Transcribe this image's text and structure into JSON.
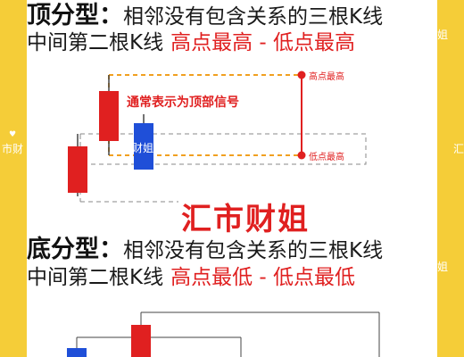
{
  "top": {
    "head": "顶分型：",
    "line1_rest": "相邻没有包含关系的三根K线",
    "line2_black": "中间第二根K线",
    "line2_red": "高点最高 - 低点最高",
    "annotation": "通常表示为顶部信号",
    "label_high": "高点最高",
    "label_low": "低点最高",
    "overlay_text": "财姐"
  },
  "watermark": "汇市财姐",
  "bottom": {
    "head": "底分型：",
    "line1_rest": "相邻没有包含关系的三根K线",
    "line2_black": "中间第二根K线",
    "line2_red": "高点最低 - 低点最低"
  },
  "side_marks": {
    "left_text": "市财",
    "right_text": "汇",
    "right_mid_text": "姐"
  },
  "colors": {
    "background": "#f5cd38",
    "red": "#e02020",
    "blue": "#1f4fd8",
    "orange": "#f0a020"
  }
}
